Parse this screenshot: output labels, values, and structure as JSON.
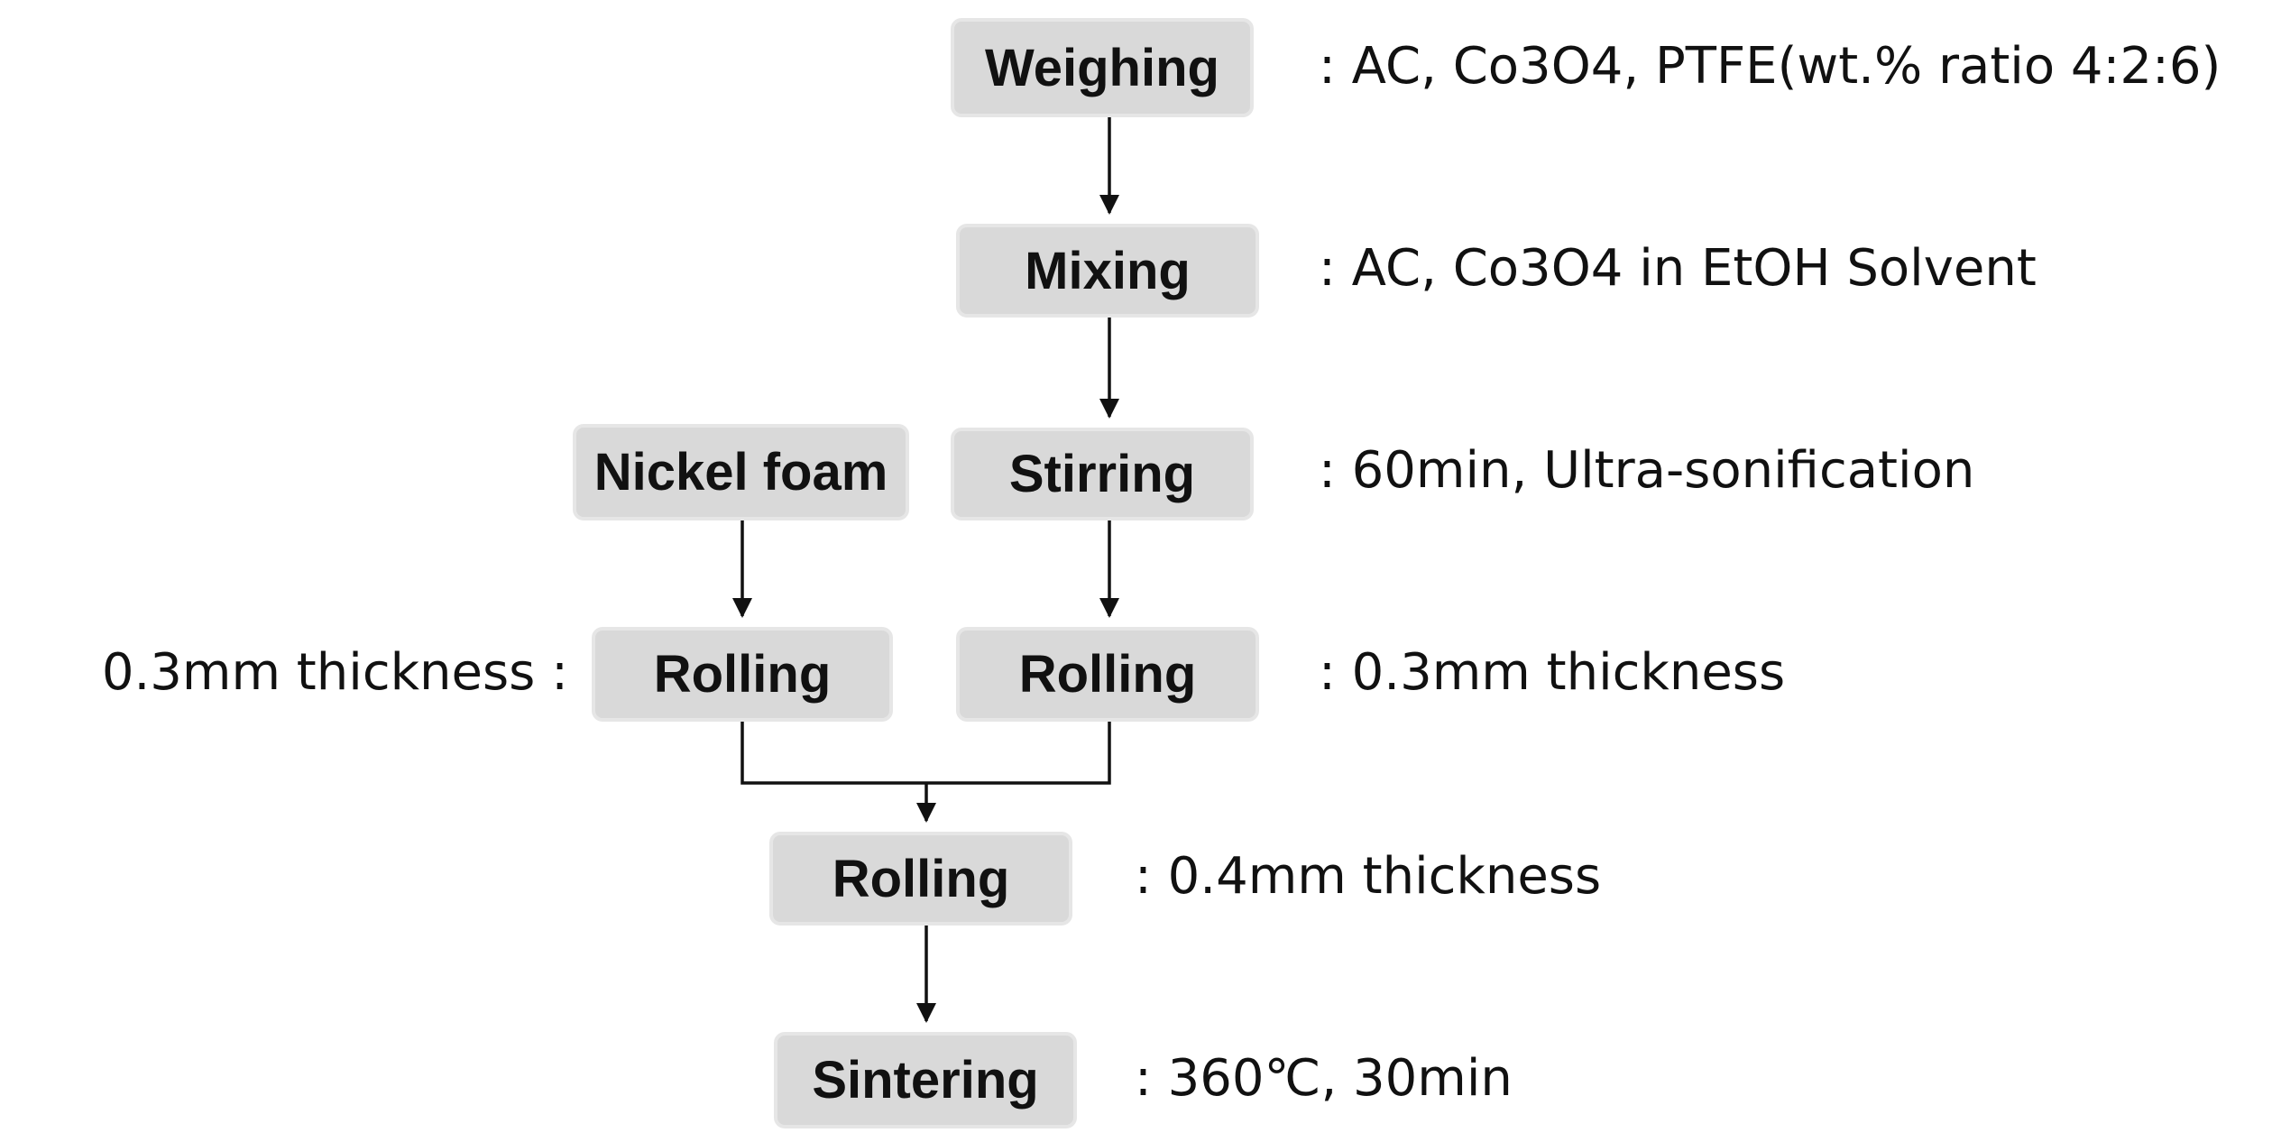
{
  "steps": {
    "weighing": "Weighing",
    "mixing": "Mixing",
    "nickel_foam": "Nickel foam",
    "stirring": "Stirring",
    "rolling_left": "Rolling",
    "rolling_right": "Rolling",
    "rolling_combined": "Rolling",
    "sintering": "Sintering"
  },
  "notes": {
    "weighing": ": AC, Co3O4, PTFE(wt.% ratio 4:2:6)",
    "mixing": ": AC, Co3O4 in EtOH Solvent",
    "stirring": ": 60min, Ultra-sonification",
    "rolling_left": "0.3mm thickness :",
    "rolling_right": ": 0.3mm thickness",
    "rolling_combined": ": 0.4mm thickness",
    "sintering": ": 360℃, 30min"
  }
}
